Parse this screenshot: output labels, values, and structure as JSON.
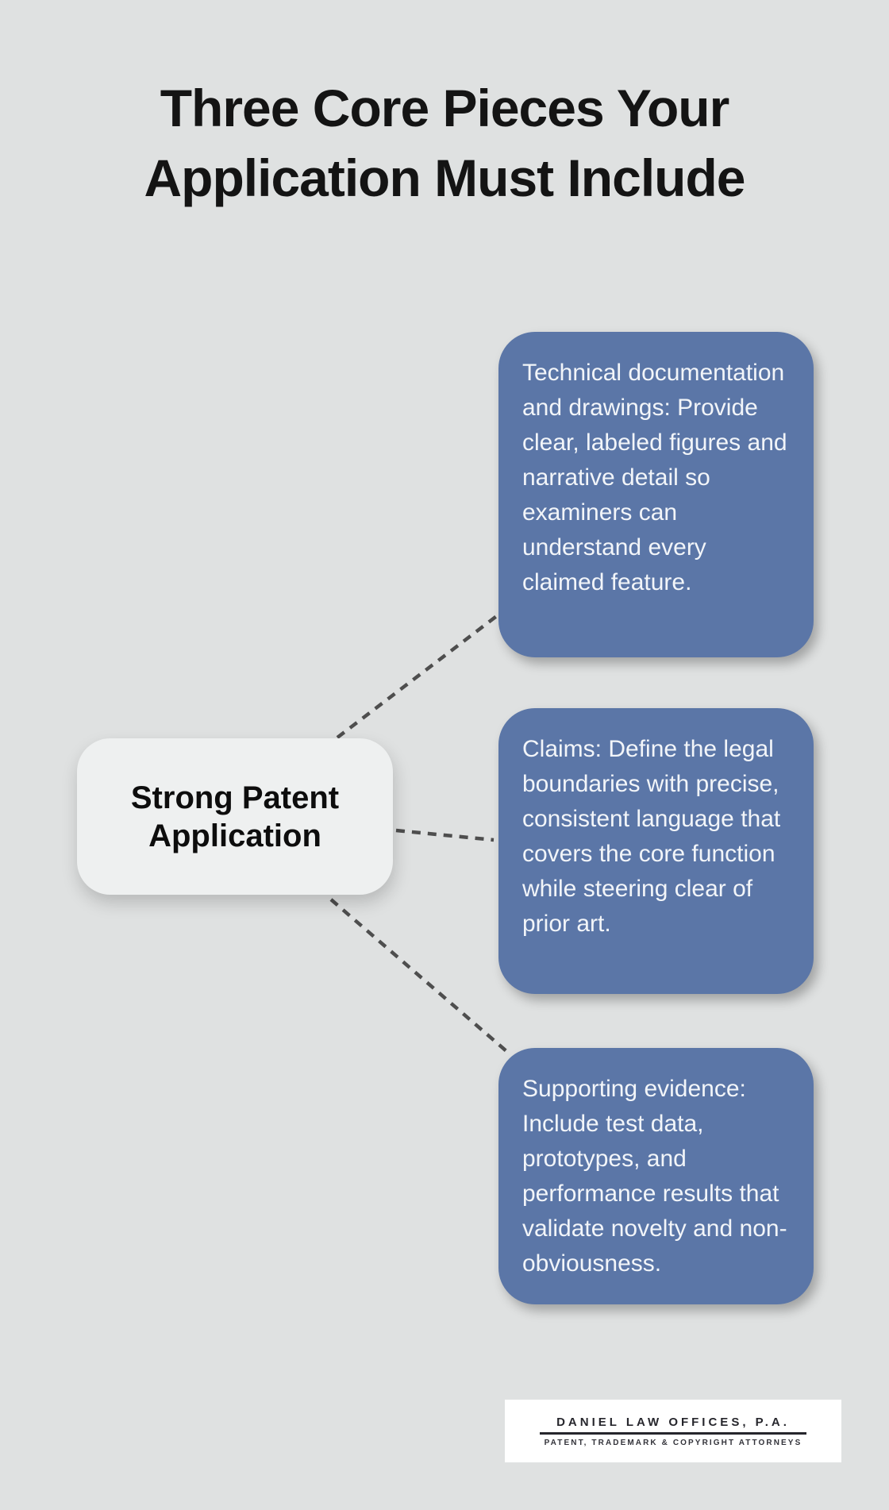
{
  "title": {
    "lines": [
      "Three Core Pieces Your",
      "Application Must Include"
    ]
  },
  "center_node": {
    "label": "Strong Patent Application"
  },
  "cards": [
    {
      "text": "Technical documentation and drawings: Provide clear, labeled figures and narrative detail so examiners can understand every claimed feature."
    },
    {
      "text": "Claims: Define the legal boundaries with precise, consistent language that covers the core function while steering clear of prior art."
    },
    {
      "text": "Supporting evidence: Include test data, prototypes, and performance results that validate novelty and non-obviousness."
    }
  ],
  "logo": {
    "name": "DANIEL LAW OFFICES, P.A.",
    "tagline": "PATENT, TRADEMARK & COPYRIGHT ATTORNEYS"
  },
  "colors": {
    "background": "#dfe1e1",
    "card_background": "#5b76a7",
    "card_text": "#f2f5f9",
    "node_background": "#eef0f0",
    "node_text": "#0d0d0d",
    "title_text": "#141414",
    "connector": "#4e4e4e",
    "logo_text": "#26262c"
  }
}
